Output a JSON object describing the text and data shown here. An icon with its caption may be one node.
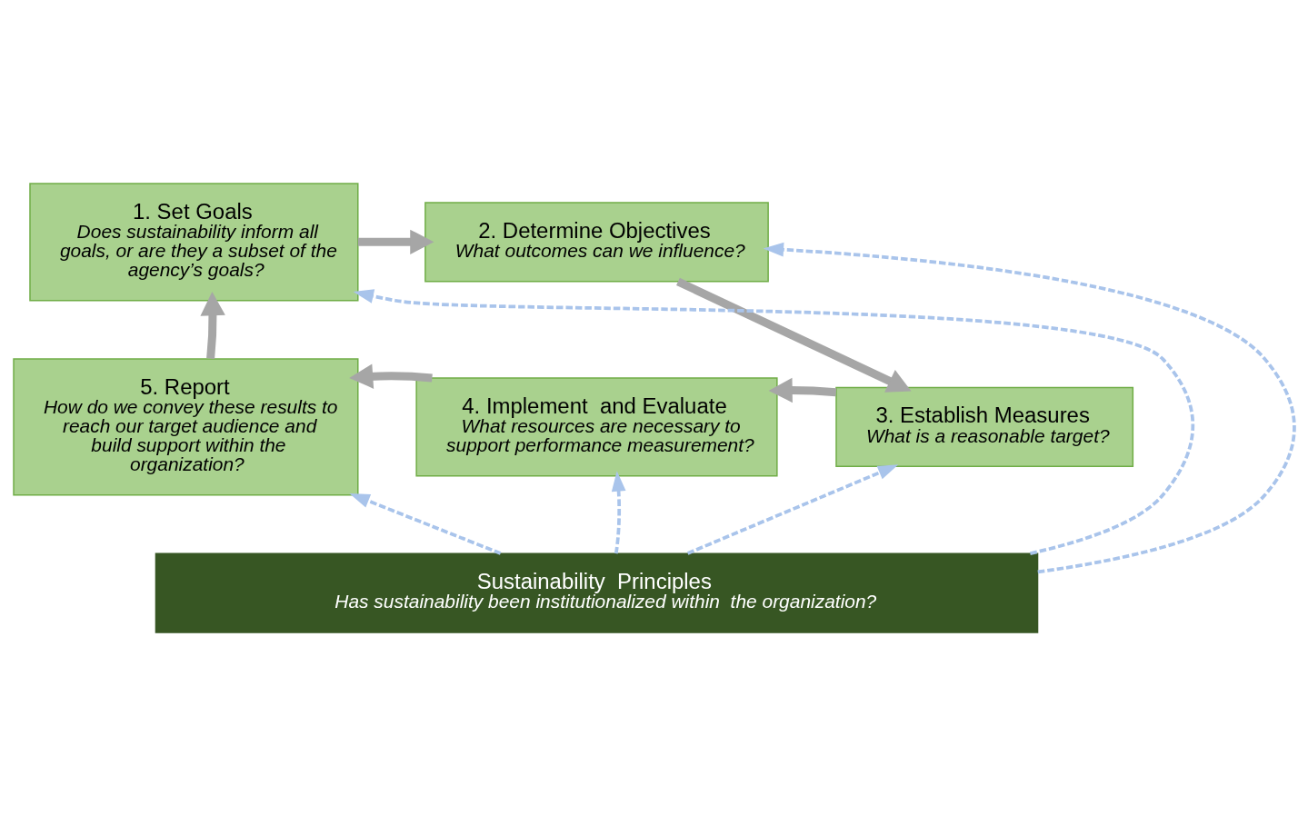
{
  "diagram": {
    "nodes": [
      {
        "text": [
          "1. Set Goals",
          "Does sustainability inform all goals, or are they a subset of the agency’s goals?"
        ]
      },
      {
        "text": [
          "2. Determine Objectives",
          "What outcomes can we influence?"
        ]
      },
      {
        "text": [
          "3. Establish Measures",
          "What is a reasonable target?"
        ]
      },
      {
        "text": [
          "4. Implement  and Evaluate",
          "What resources are necessary to support performance measurement?"
        ]
      },
      {
        "text": [
          "5. Report",
          "How do we convey these results to reach our target audience and build support within the organization?"
        ]
      },
      {
        "text": [
          "Sustainability  Principles",
          "Has sustainability been institutionalized within  the organization?"
        ]
      }
    ],
    "edges": [
      {
        "from": 0,
        "to": 1,
        "arrow": "to",
        "style": "thick",
        "color": "#a6a6a6"
      },
      {
        "from": 1,
        "to": 2,
        "arrow": "to",
        "style": "thick",
        "color": "#a6a6a6"
      },
      {
        "from": 2,
        "to": 3,
        "arrow": "to",
        "style": "thick",
        "color": "#a6a6a6"
      },
      {
        "from": 3,
        "to": 4,
        "arrow": "to",
        "style": "thick",
        "color": "#a6a6a6"
      },
      {
        "from": 4,
        "to": 0,
        "arrow": "to",
        "style": "thick",
        "color": "#a6a6a6"
      },
      {
        "from": 5,
        "to": 4,
        "arrow": "to",
        "style": "dashed",
        "color": "#a9c4eb"
      },
      {
        "from": 5,
        "to": 0,
        "arrow": "to",
        "style": "dashed",
        "color": "#a9c4eb"
      },
      {
        "from": 5,
        "to": 3,
        "arrow": "to",
        "style": "dashed",
        "color": "#a9c4eb"
      },
      {
        "from": 5,
        "to": 1,
        "arrow": "to",
        "style": "dashed",
        "color": "#a9c4eb"
      },
      {
        "from": 5,
        "to": 2,
        "arrow": "to",
        "style": "dashed",
        "color": "#a9c4eb"
      }
    ]
  }
}
